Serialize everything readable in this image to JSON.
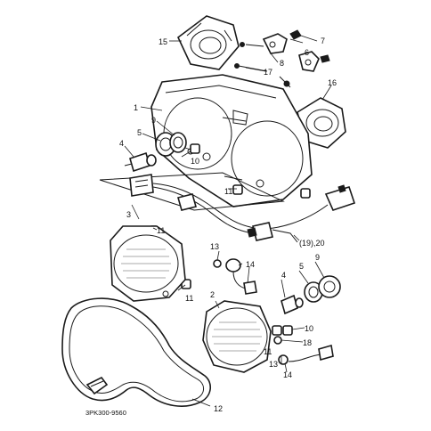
{
  "diagram": {
    "catalog_code": "3PK300-9560",
    "callouts": {
      "c1": "1",
      "c2": "2",
      "c3": "3",
      "c4a": "4",
      "c4b": "4",
      "c5a": "5",
      "c5b": "5",
      "c6": "6",
      "c7": "7",
      "c8": "8",
      "c9a": "9",
      "c9b": "9",
      "c10a": "10",
      "c10b": "10",
      "c11a": "11",
      "c11b": "11",
      "c11c": "11",
      "c11d": "11",
      "c12": "12",
      "c13a": "13",
      "c13b": "13",
      "c14a": "14",
      "c14b": "14",
      "c15": "15",
      "c16": "16",
      "c17": "17",
      "c18": "18",
      "c19": "(19),20"
    }
  }
}
